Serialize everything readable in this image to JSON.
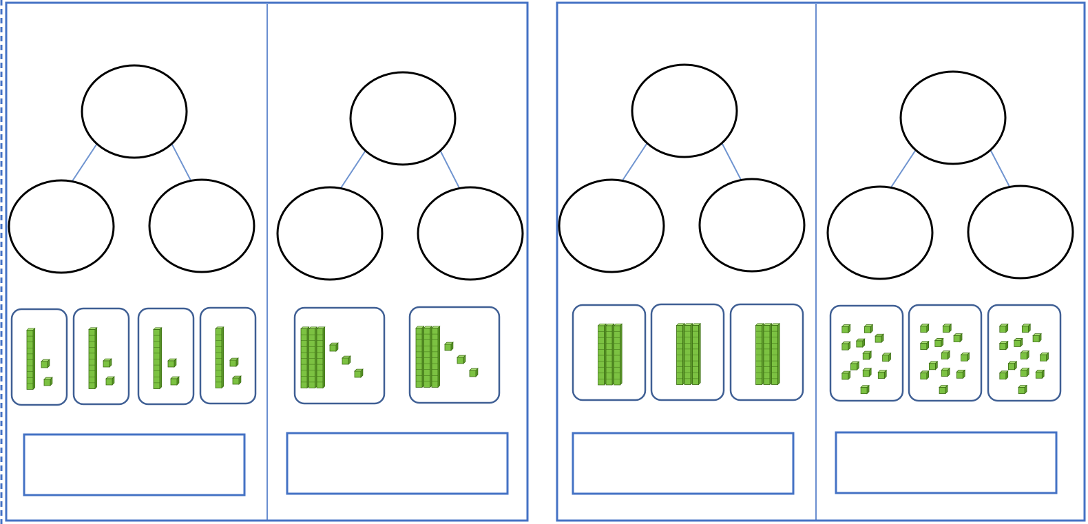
{
  "worksheet": {
    "left_dashed_border_visible": true,
    "colors": {
      "frame": "#4472c4",
      "circle_stroke": "#000000",
      "connector": "#6f94d0",
      "block_fill": "#7cc242",
      "block_stroke": "#3a6b12",
      "block_top": "#a9dc74"
    },
    "sheets": [
      {
        "panels": [
          {
            "part_whole": {
              "whole": "",
              "part_a": "",
              "part_b": ""
            },
            "answer_box_value": "",
            "manipulative_groups": [
              {
                "tens": 1,
                "ones": 2
              },
              {
                "tens": 1,
                "ones": 2
              },
              {
                "tens": 1,
                "ones": 2
              },
              {
                "tens": 1,
                "ones": 2
              }
            ]
          },
          {
            "part_whole": {
              "whole": "",
              "part_a": "",
              "part_b": ""
            },
            "answer_box_value": "",
            "manipulative_groups": [
              {
                "tens": 3,
                "ones": 3
              },
              {
                "tens": 3,
                "ones": 3
              }
            ]
          }
        ]
      },
      {
        "panels": [
          {
            "part_whole": {
              "whole": "",
              "part_a": "",
              "part_b": ""
            },
            "answer_box_value": "",
            "manipulative_groups": [
              {
                "tens": 3,
                "ones": 0
              },
              {
                "tens": 3,
                "ones": 0
              },
              {
                "tens": 3,
                "ones": 0
              }
            ]
          },
          {
            "part_whole": {
              "whole": "",
              "part_a": "",
              "part_b": ""
            },
            "answer_box_value": "",
            "manipulative_groups": [
              {
                "tens": 0,
                "ones": 12
              },
              {
                "tens": 0,
                "ones": 12
              },
              {
                "tens": 0,
                "ones": 12
              }
            ]
          }
        ]
      }
    ]
  }
}
